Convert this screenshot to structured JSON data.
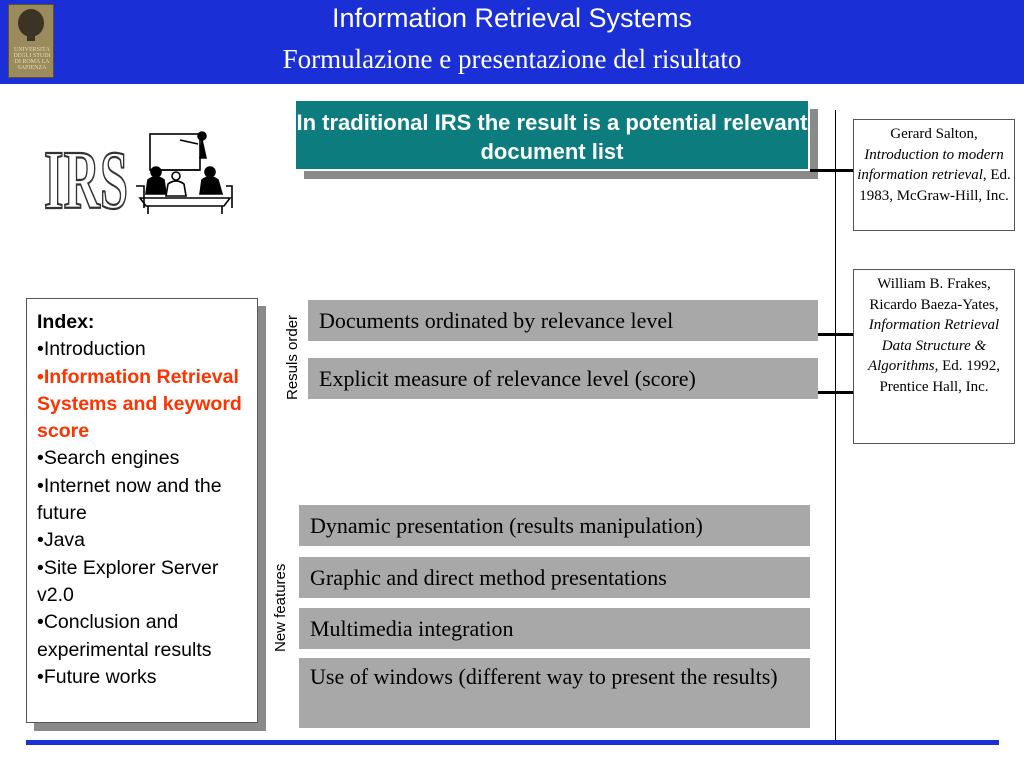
{
  "header": {
    "title": "Information Retrieval Systems",
    "subtitle": "Formulazione e presentazione del risultato",
    "logo_text": "UNIVERSITÀ DEGLI STUDI DI ROMA LA SAPIENZA",
    "background_color": "#1a2fd6"
  },
  "graphic": {
    "text": "IRS"
  },
  "highlight": {
    "text": "In traditional IRS the result is a potential relevant document list",
    "color": "#0d7c7e"
  },
  "references": [
    {
      "author": "Gerard Salton,",
      "title": "Introduction to modern information retrieval",
      "publisher": ", Ed. 1983, McGraw-Hill, Inc."
    },
    {
      "author": "William B. Frakes, Ricardo Baeza-Yates,",
      "title": "Information Retrieval Data Structure & Algorithms",
      "publisher": ", Ed. 1992, Prentice Hall, Inc."
    }
  ],
  "index": {
    "heading": "Index:",
    "items": [
      "•Introduction",
      "•Information Retrieval Systems and keyword score",
      "•Search engines",
      "•Internet now and the future",
      "•Java",
      "•Site Explorer Server v2.0",
      "•Conclusion and experimental results",
      "•Future works"
    ],
    "highlight_color": "#ff3300"
  },
  "results_order": {
    "label": "Resuls order",
    "items": [
      "Documents ordinated by relevance level",
      "Explicit measure of relevance level (score)"
    ]
  },
  "new_features": {
    "label": "New features",
    "items": [
      "Dynamic presentation (results manipulation)",
      "Graphic and direct method presentations",
      "Multimedia integration",
      "Use of windows (different way to present the results)"
    ]
  }
}
